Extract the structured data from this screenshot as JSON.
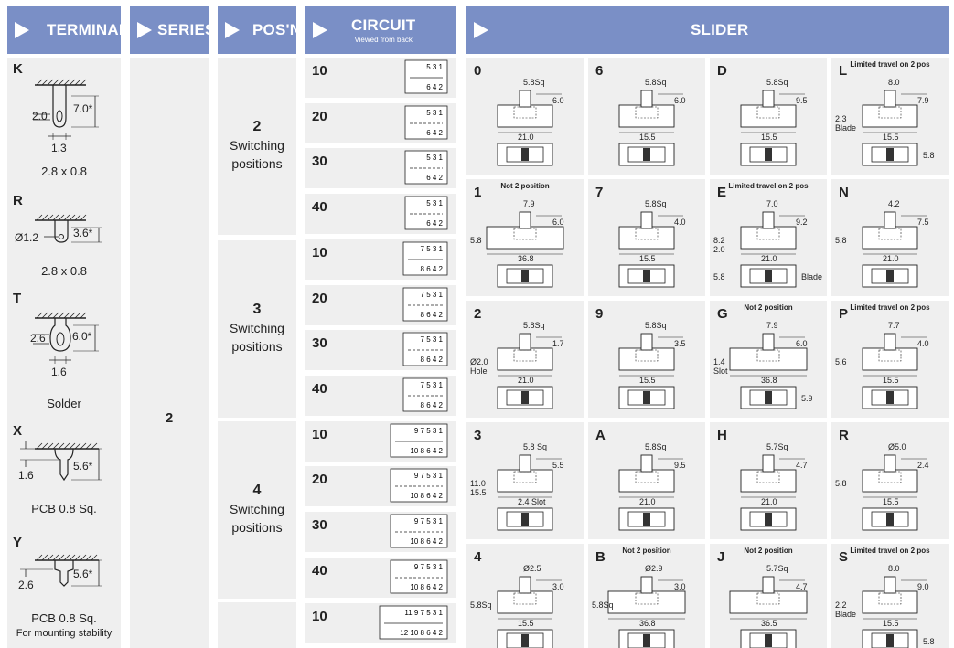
{
  "headers": {
    "terminal": "TERMINAL",
    "series": "SERIES",
    "position": "POS'N",
    "circuit": "CIRCUIT",
    "circuit_sub": "Viewed from back",
    "slider": "SLIDER"
  },
  "terminals": [
    {
      "code": "K",
      "caption": "2.8 x 0.8",
      "dims": [
        "2.0",
        "7.0*",
        "1.3"
      ]
    },
    {
      "code": "R",
      "caption": "2.8 x 0.8",
      "dims": [
        "Ø1.2",
        "3.6*"
      ]
    },
    {
      "code": "T",
      "caption": "Solder",
      "dims": [
        "2.6",
        "6.0*",
        "1.6"
      ]
    },
    {
      "code": "X",
      "caption": "PCB 0.8 Sq.",
      "dims": [
        "1.6",
        "5.6*"
      ]
    },
    {
      "code": "Y",
      "caption": "PCB 0.8 Sq.",
      "caption2": "For mounting stability",
      "dims": [
        "2.6",
        "5.6*"
      ]
    }
  ],
  "series_value": "2",
  "positions": [
    {
      "number": "2",
      "text1": "Switching",
      "text2": "positions"
    },
    {
      "number": "3",
      "text1": "Switching",
      "text2": "positions"
    },
    {
      "number": "4",
      "text1": "Switching",
      "text2": "positions"
    }
  ],
  "circuits": [
    {
      "code": "10",
      "top": "5 3 1",
      "bottom": "6 4 2"
    },
    {
      "code": "20",
      "top": "5 3 1",
      "bottom": "6 4 2"
    },
    {
      "code": "30",
      "top": "5 3 1",
      "bottom": "6 4 2"
    },
    {
      "code": "40",
      "top": "5 3 1",
      "bottom": "6 4 2"
    },
    {
      "code": "10",
      "top": "7 5 3 1",
      "bottom": "8 6 4 2"
    },
    {
      "code": "20",
      "top": "7 5 3 1",
      "bottom": "8 6 4 2"
    },
    {
      "code": "30",
      "top": "7 5 3 1",
      "bottom": "8 6 4 2"
    },
    {
      "code": "40",
      "top": "7 5 3 1",
      "bottom": "8 6 4 2"
    },
    {
      "code": "10",
      "top": "9 7 5 3 1",
      "bottom": "10 8 6 4 2"
    },
    {
      "code": "20",
      "top": "9 7 5 3 1",
      "bottom": "10 8 6 4 2"
    },
    {
      "code": "30",
      "top": "9 7 5 3 1",
      "bottom": "10 8 6 4 2"
    },
    {
      "code": "40",
      "top": "9 7 5 3 1",
      "bottom": "10 8 6 4 2"
    },
    {
      "code": "10",
      "top": "11 9 7 5 3 1",
      "bottom": "12 10 8 6 4 2"
    }
  ],
  "sliders": [
    {
      "code": "0",
      "note": "",
      "d1": "5.8Sq",
      "d2": "6.0",
      "d3": "21.0"
    },
    {
      "code": "6",
      "note": "",
      "d1": "5.8Sq",
      "d2": "6.0",
      "d3": "15.5"
    },
    {
      "code": "D",
      "note": "",
      "d1": "5.8Sq",
      "d2": "9.5",
      "d3": "15.5"
    },
    {
      "code": "L",
      "note": "Limited travel on 2 pos",
      "d1": "8.0",
      "d2": "7.9",
      "d3": "15.5",
      "d4": "2.3",
      "d5": "Blade",
      "d6": "5.8"
    },
    {
      "code": "1",
      "note": "Not 2 position",
      "d1": "7.9",
      "d2": "6.0",
      "d3": "36.8",
      "d4": "5.8"
    },
    {
      "code": "7",
      "note": "",
      "d1": "5.8Sq",
      "d2": "4.0",
      "d3": "15.5"
    },
    {
      "code": "E",
      "note": "Limited travel on 2 pos",
      "d1": "7.0",
      "d2": "9.2",
      "d3": "21.0",
      "d4": "8.2",
      "d5": "2.0",
      "d6": "Blade",
      "d7": "5.8"
    },
    {
      "code": "N",
      "note": "",
      "d1": "4.2",
      "d2": "7.5",
      "d3": "21.0",
      "d4": "5.8"
    },
    {
      "code": "2",
      "note": "",
      "d1": "5.8Sq",
      "d2": "1.7",
      "d3": "21.0",
      "d4": "Ø2.0",
      "d5": "Hole"
    },
    {
      "code": "9",
      "note": "",
      "d1": "5.8Sq",
      "d2": "3.5",
      "d3": "15.5"
    },
    {
      "code": "G",
      "note": "Not 2 position",
      "d1": "7.9",
      "d2": "6.0",
      "d3": "36.8",
      "d4": "1.4",
      "d5": "Slot",
      "d6": "5.9"
    },
    {
      "code": "P",
      "note": "Limited travel on 2 pos",
      "d1": "7.7",
      "d2": "4.0",
      "d3": "15.5",
      "d4": "5.6"
    },
    {
      "code": "3",
      "note": "",
      "d1": "5.8 Sq",
      "d2": "5.5",
      "d3": "2.4 Slot",
      "d4": "11.0",
      "d5": "15.5"
    },
    {
      "code": "A",
      "note": "",
      "d1": "5.8Sq",
      "d2": "9.5",
      "d3": "21.0"
    },
    {
      "code": "H",
      "note": "",
      "d1": "5.7Sq",
      "d2": "4.7",
      "d3": "21.0"
    },
    {
      "code": "R",
      "note": "",
      "d1": "Ø5.0",
      "d2": "2.4",
      "d3": "15.5",
      "d4": "5.8"
    },
    {
      "code": "4",
      "note": "",
      "d1": "Ø2.5",
      "d2": "3.0",
      "d3": "15.5",
      "d4": "5.8Sq"
    },
    {
      "code": "B",
      "note": "Not 2 position",
      "d1": "Ø2.9",
      "d2": "3.0",
      "d3": "36.8",
      "d4": "5.8Sq"
    },
    {
      "code": "J",
      "note": "Not 2 position",
      "d1": "5.7Sq",
      "d2": "4.7",
      "d3": "36.5"
    },
    {
      "code": "S",
      "note": "Limited travel on 2 pos",
      "d1": "8.0",
      "d2": "9.0",
      "d3": "15.5",
      "d4": "2.2",
      "d5": "Blade",
      "d6": "5.8"
    }
  ]
}
